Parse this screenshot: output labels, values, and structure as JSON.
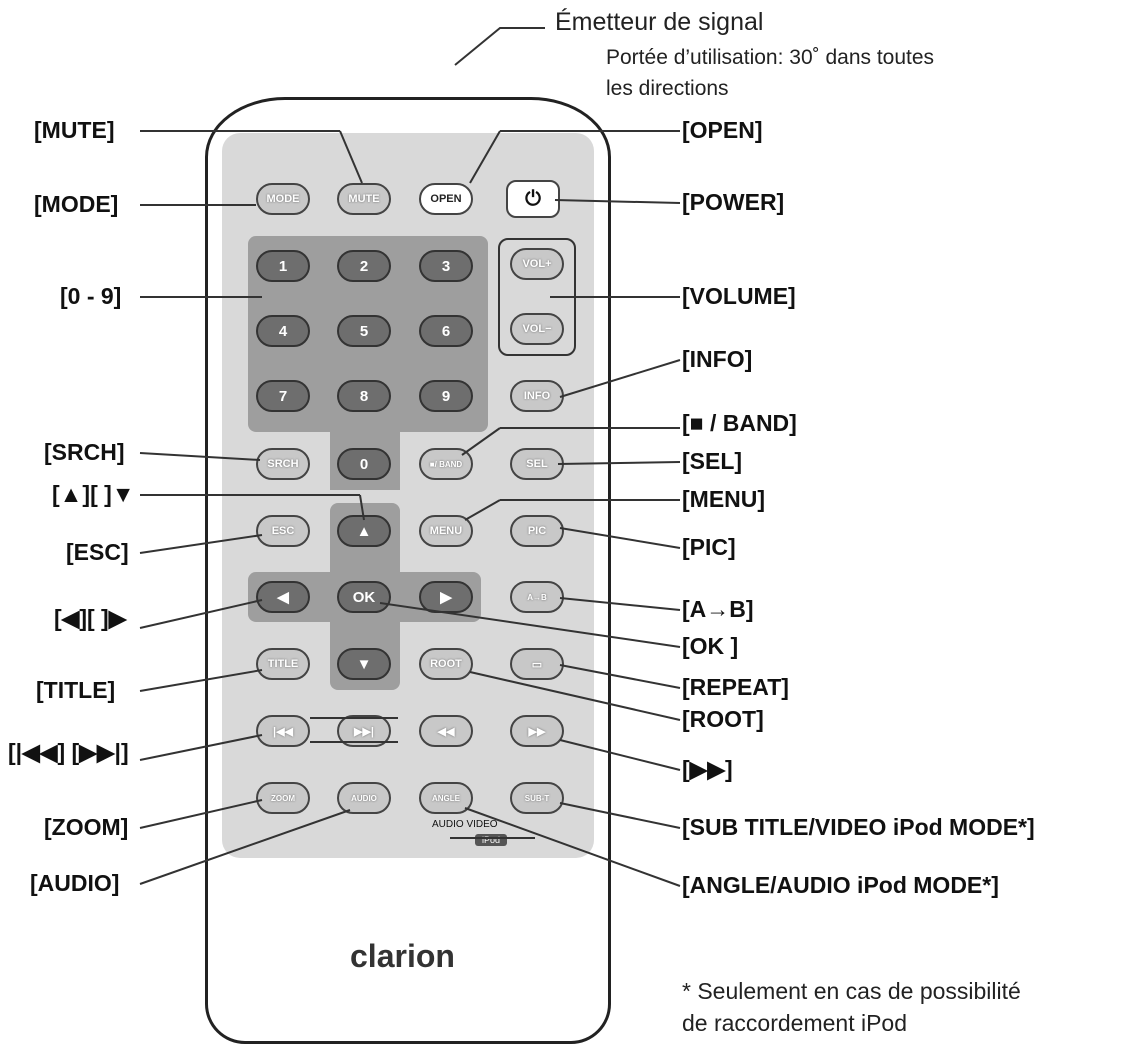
{
  "header": {
    "emitter": "Émetteur de signal",
    "range_line1": "Portée d’utilisation: 30˚ dans toutes",
    "range_line2": "les directions"
  },
  "brand": "clarion",
  "footnote": {
    "line1": "* Seulement en cas de possibilité",
    "line2": "de raccordement iPod"
  },
  "remote_small_labels": {
    "audio_video": "AUDIO VIDEO",
    "ipod": "iPod"
  },
  "callouts_left": [
    "[MUTE]",
    "[MODE]",
    "[0 - 9]",
    "[SRCH]",
    "[▲][ ]▼",
    "[ESC]",
    "[◀][ ]▶",
    "[TITLE]",
    "[|◀◀] [▶▶|]",
    "[ZOOM]",
    "[AUDIO]"
  ],
  "callouts_right": [
    "[OPEN]",
    "[POWER]",
    "[VOLUME]",
    "[INFO]",
    "[■ / BAND]",
    "[SEL]",
    "[MENU]",
    "[PIC]",
    "[A→B]",
    "[OK ]",
    "[REPEAT]",
    "[ROOT]",
    "[▶▶]",
    "[SUB TITLE/VIDEO iPod MODE*]",
    "[ANGLE/AUDIO iPod MODE*]"
  ],
  "buttons": {
    "mode": "MODE",
    "mute": "MUTE",
    "open": "OPEN",
    "power": "⏻",
    "n1": "1",
    "n2": "2",
    "n3": "3",
    "n4": "4",
    "n5": "5",
    "n6": "6",
    "n7": "7",
    "n8": "8",
    "n9": "9",
    "n0": "0",
    "vol_up": "VOL+",
    "vol_down": "VOL−",
    "info": "INFO",
    "srch": "SRCH",
    "stop_band": "■/ BAND",
    "sel": "SEL",
    "esc": "ESC",
    "up": "▲",
    "menu": "MENU",
    "pic": "PIC",
    "left": "◀",
    "ok": "OK",
    "right": "▶",
    "ab": "A→B",
    "title": "TITLE",
    "down": "▼",
    "root": "ROOT",
    "repeat": "▭",
    "prev": "|◀◀",
    "next": "▶▶|",
    "rew": "◀◀",
    "ff": "▶▶",
    "zoom": "ZOOM",
    "audio": "AUDIO",
    "angle": "ANGLE",
    "sub_t": "SUB-T"
  }
}
